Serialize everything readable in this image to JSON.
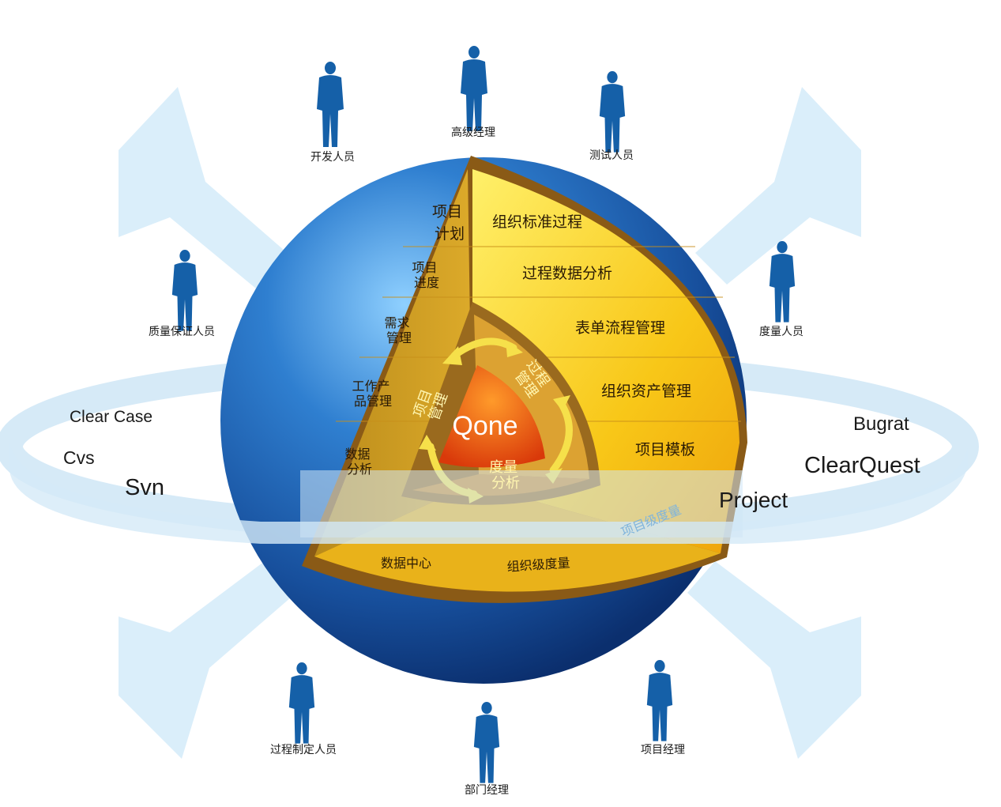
{
  "roles": {
    "senior_manager": "高级经理",
    "developer": "开发人员",
    "tester": "测试人员",
    "qa": "质量保证人员",
    "measurement": "度量人员",
    "process_maker": "过程制定人员",
    "dept_manager": "部门经理",
    "project_manager": "项目经理"
  },
  "tools": {
    "clearcase": "Clear Case",
    "cvs": "Cvs",
    "svn": "Svn",
    "bugrat": "Bugrat",
    "clearquest": "ClearQuest",
    "project": "Project"
  },
  "project_layers": {
    "plan": [
      "项目",
      "计划"
    ],
    "progress": [
      "项目",
      "进度"
    ],
    "requirements": [
      "需求",
      "管理"
    ],
    "work_product": [
      "工作产",
      "品管理"
    ],
    "data_analysis": [
      "数据",
      "分析"
    ]
  },
  "org_layers": {
    "std_process": "组织标准过程",
    "process_data": "过程数据分析",
    "form_flow": "表单流程管理",
    "assets": "组织资产管理",
    "templates": "项目模板"
  },
  "bottom_layers": {
    "data_center": "数据中心",
    "org_measure": "组织级度量",
    "project_measure": "项目级度量"
  },
  "core": {
    "project_mgmt": [
      "项目",
      "管理"
    ],
    "process_mgmt": [
      "过程",
      "管理"
    ],
    "measure": [
      "度量",
      "分析"
    ],
    "title": "Qone"
  },
  "colors": {
    "sphere_blue": "#1d5fae",
    "inner_yellow": "#f6c21c",
    "core_orange": "#e8540f",
    "person_blue": "#1560a8"
  }
}
